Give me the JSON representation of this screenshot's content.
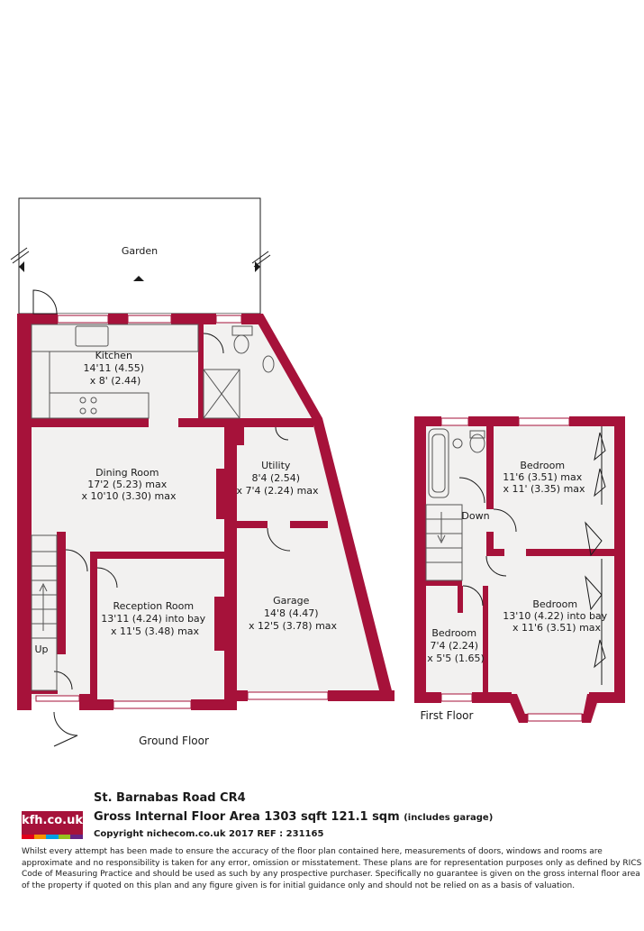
{
  "colors": {
    "wall": "#a6123a",
    "floor": "#f2f1f0",
    "fixture": "#555555"
  },
  "ground_floor": {
    "title": "Ground Floor",
    "rooms": [
      {
        "id": "garden",
        "name": "Garden",
        "dims": []
      },
      {
        "id": "kitchen",
        "name": "Kitchen",
        "dims": [
          "14'11 (4.55)",
          "x 8' (2.44)"
        ]
      },
      {
        "id": "dining",
        "name": "Dining Room",
        "dims": [
          "17'2 (5.23) max",
          "x 10'10 (3.30) max"
        ]
      },
      {
        "id": "utility",
        "name": "Utility",
        "dims": [
          "8'4 (2.54)",
          "x 7'4 (2.24) max"
        ]
      },
      {
        "id": "reception",
        "name": "Reception Room",
        "dims": [
          "13'11 (4.24) into bay",
          "x 11'5 (3.48) max"
        ]
      },
      {
        "id": "garage",
        "name": "Garage",
        "dims": [
          "14'8 (4.47)",
          "x 12'5 (3.78) max"
        ]
      }
    ],
    "stair_label": "Up"
  },
  "first_floor": {
    "title": "First Floor",
    "rooms": [
      {
        "id": "bed1",
        "name": "Bedroom",
        "dims": [
          "11'6 (3.51) max",
          "x 11' (3.35) max"
        ]
      },
      {
        "id": "bed2",
        "name": "Bedroom",
        "dims": [
          "13'10 (4.22) into bay",
          "x 11'6 (3.51) max"
        ]
      },
      {
        "id": "bed3",
        "name": "Bedroom",
        "dims": [
          "7'4 (2.24)",
          "x 5'5 (1.65)"
        ]
      }
    ],
    "stair_label": "Down"
  },
  "footer": {
    "logo_text": "kfh.co.uk",
    "logo_colors": [
      "#e2001a",
      "#f39200",
      "#009fe3",
      "#95c11f",
      "#662483"
    ],
    "address": "St. Barnabas Road  CR4",
    "area": "Gross Internal Floor Area 1303 sqft 121.1 sqm",
    "area_note": "(includes garage)",
    "copyright": "Copyright nichecom.co.uk 2017 REF : 231165",
    "disclaimer": "Whilst every attempt has been made to ensure the accuracy of the floor plan contained here, measurements of doors, windows and rooms are approximate and no responsibility is taken for any error, omission or misstatement.  These plans are for representation purposes only as defined by RICS Code of Measuring Practice and should be used as such by any prospective purchaser.  Specifically no guarantee is given on the gross internal floor area of the property if quoted on this plan and any figure given is for initial guidance only and should not be relied on as a basis of valuation."
  }
}
